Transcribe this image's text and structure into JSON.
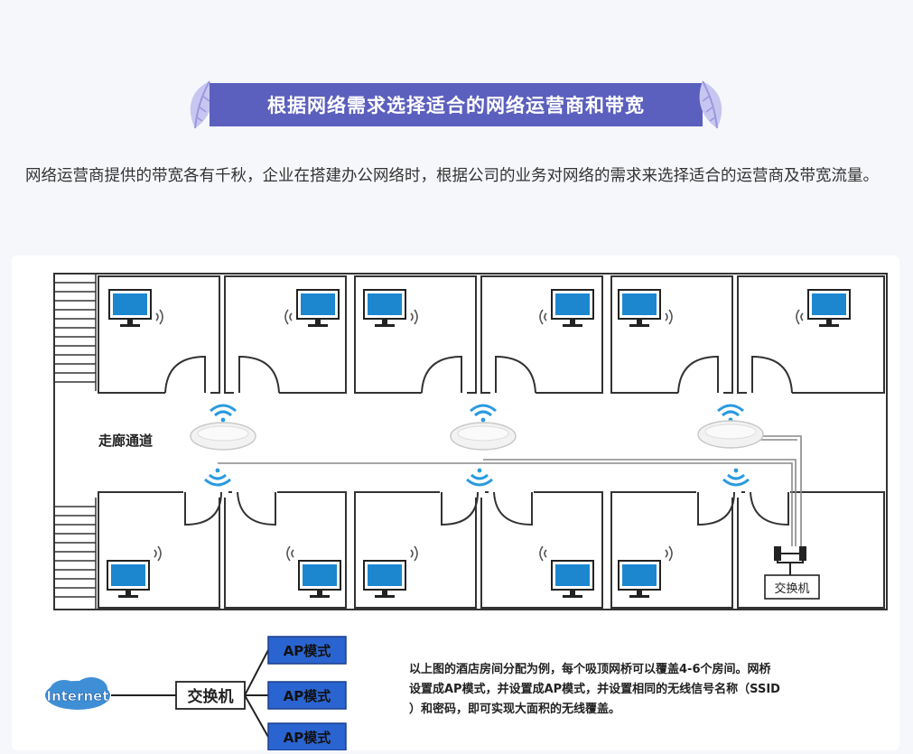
{
  "section_title": "根据网络需求选择适合的网络运营商和带宽",
  "intro_text": "网络运营商提供的带宽各有千秋，企业在搭建办公网络时，根据公司的业务对网络的需求来选择适合的运营商及带宽流量。",
  "floor_plan": {
    "corridor_label": "走廊通道",
    "switch_label": "交换机",
    "top_room_count": 6,
    "bottom_room_count": 6,
    "access_point_count": 3
  },
  "network_diagram": {
    "internet_label": "Internet",
    "switch_label": "交换机",
    "ap_labels": [
      "AP模式",
      "AP模式",
      "AP模式"
    ],
    "caption_lines": [
      "以上图的酒店房间分配为例，每个吸顶网桥可以覆盖4-6个房间。网桥",
      "设置成AP模式，并设置成AP模式，并设置相同的无线信号名称（SSID",
      "）和密码，即可实现大面积的无线覆盖。"
    ]
  },
  "colors": {
    "banner": "#5b5fbd",
    "accent_leaf": "#a9a8e6",
    "wifi": "#2a9ae0",
    "ap_box": "#2a64d0",
    "monitor": "#1c87cf",
    "internet_cloud": "#3f8fd6"
  }
}
